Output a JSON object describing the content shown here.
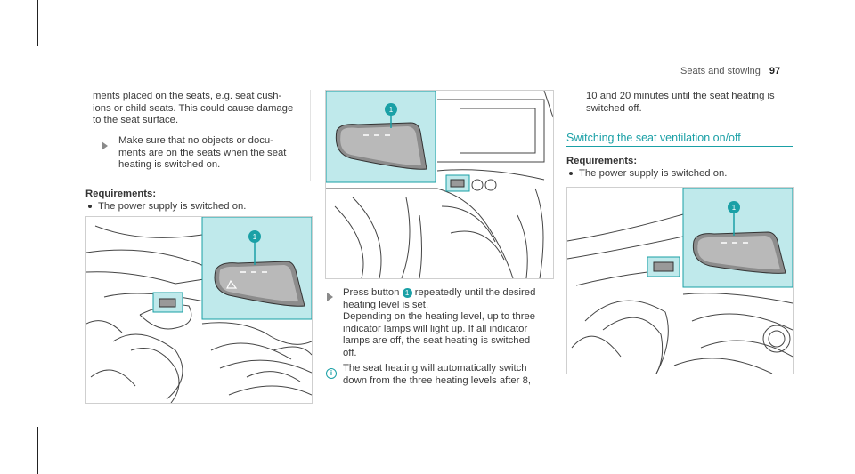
{
  "header": {
    "section": "Seats and stowing",
    "page": "97"
  },
  "col1": {
    "intro": [
      "ments placed on the seats, e.g. seat cush-",
      "ions or child seats. This could cause damage",
      "to the seat surface."
    ],
    "instruction": [
      "Make sure that no objects or docu-",
      "ments are on the seats when the seat",
      "heating is switched on."
    ],
    "req_title": "Requirements:",
    "req_item": "The power supply is switched on."
  },
  "col2": {
    "step_a": "Press button",
    "step_b": "repeatedly until the desired",
    "step_lines": [
      "heating level is set.",
      "Depending on the heating level, up to three",
      "indicator lamps will light up. If all indicator",
      "lamps are off, the seat heating is switched",
      "off."
    ],
    "note_lines": [
      "The seat heating will automatically switch",
      "down from the three heating levels after 8,"
    ]
  },
  "col3": {
    "cont_lines": [
      "10 and 20 minutes until the seat heating is",
      "switched off."
    ],
    "section_title": "Switching the seat ventilation on/off",
    "req_title": "Requirements:",
    "req_item": "The power supply is switched on."
  },
  "callout": "1",
  "info_glyph": "i",
  "colors": {
    "accent": "#1aa0a6",
    "highlight": "#bfe9eb"
  }
}
